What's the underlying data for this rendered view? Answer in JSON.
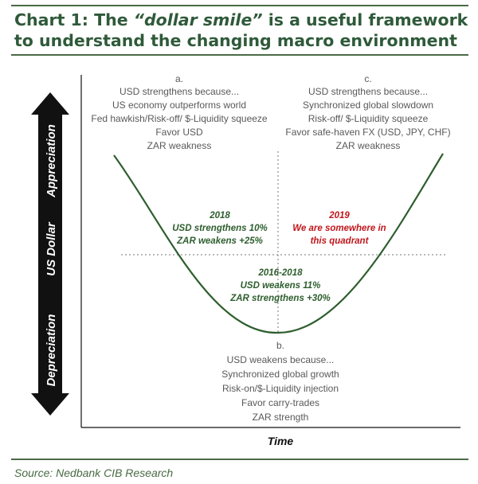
{
  "header": {
    "title_prefix": "Chart 1: The ",
    "title_emphasis": "“dollar smile”",
    "title_suffix": " is a useful framework to understand the changing macro environment"
  },
  "axes": {
    "y_label": "US Dollar",
    "y_top": "Appreciation",
    "y_bottom": "Depreciation",
    "x_label": "Time"
  },
  "quadrants": {
    "a": {
      "letter": "a.",
      "lines": [
        "USD strengthens because...",
        "US economy outperforms world",
        "Fed hawkish/Risk-off/ $-Liquidity squeeze",
        "Favor USD",
        "ZAR weakness"
      ]
    },
    "c": {
      "letter": "c.",
      "lines": [
        "USD strengthens because...",
        "Synchronized global slowdown",
        "Risk-off/ $-Liquidity squeeze",
        "Favor safe-haven FX (USD, JPY, CHF)",
        "ZAR weakness"
      ]
    },
    "b": {
      "letter": "b.",
      "lines": [
        "USD weakens because...",
        "Synchronized global growth",
        "Risk-on/$-Liquidity injection",
        "Favor carry-trades",
        "ZAR strength"
      ]
    }
  },
  "annotations": {
    "y2018": [
      "2018",
      "USD strengthens 10%",
      "ZAR weakens  +25%"
    ],
    "y2019": [
      "2019",
      "We are somewhere in",
      "this quadrant"
    ],
    "y2016_2018": [
      "2016-2018",
      "USD weakens 11%",
      "ZAR strengthens +30%"
    ]
  },
  "colors": {
    "title": "#2f5a3a",
    "rule": "#4a6b45",
    "curve": "#2e5e2e",
    "annotation_green": "#2e5e2e",
    "annotation_red": "#c0161b",
    "body_text": "#595959",
    "arrow": "#111111"
  },
  "source": "Source: Nedbank CIB Research"
}
